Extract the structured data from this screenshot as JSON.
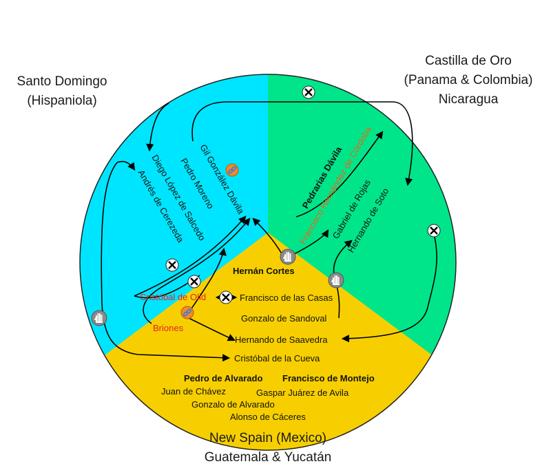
{
  "regions": {
    "santo_domingo": [
      "Santo Domingo",
      "(Hispaniola)"
    ],
    "castilla_de_oro": [
      "Castilla de Oro",
      "(Panama & Colombia)",
      "Nicaragua"
    ],
    "new_spain": [
      "New Spain (Mexico)",
      "Guatemala & Yucatán"
    ]
  },
  "people": {
    "santo_domingo": [
      "Gil González Dávila",
      "Pedro Moreno",
      "Diego López de Salcedo",
      "Andrés de Cerezeda"
    ],
    "castilla_de_oro": [
      "Pedrarias Dávila",
      "Francisco Hernández de Córdoba",
      "Gabriel de Rojas",
      "Hernando de Soto"
    ],
    "new_spain_top": [
      "Hernán Cortes",
      "Cristóbal de Olid",
      "Francisco de las Casas",
      "Gonzalo de Sandoval",
      "Briones",
      "Hernando de Saavedra",
      "Cristóbal de la Cueva"
    ],
    "new_spain_bottom": [
      "Pedro de Alvarado",
      "Francisco de Montejo",
      "Juan de Chávez",
      "Gaspar Juárez de Avila",
      "Gonzalo de Alvarado",
      "Alonso de Cáceres"
    ]
  },
  "colors": {
    "santo_domingo": "#00e5ff",
    "castilla_de_oro": "#00e58a",
    "new_spain": "#f7cf00",
    "highlight": "#e02525",
    "highlight_orange": "#e06a1c"
  },
  "icons": [
    "killed-x-icon",
    "surrender-hand-icon",
    "chained-prisoner-icon"
  ]
}
